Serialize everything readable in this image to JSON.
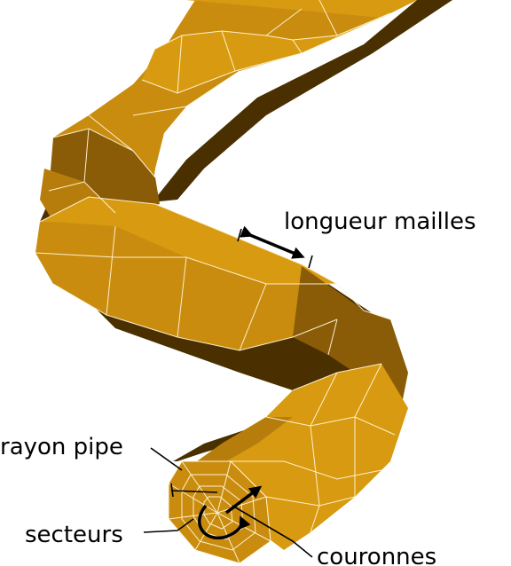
{
  "labels": {
    "longueur_mailles": "longueur mailles",
    "rayon_pipe": "rayon pipe",
    "secteurs": "secteurs",
    "couronnes": "couronnes"
  },
  "colors": {
    "pipe_light": "#d89a10",
    "pipe_mid": "#b77d0c",
    "pipe_dark": "#8a5c08",
    "pipe_shadow": "#4a3000",
    "mesh_lines": "#fff6d8",
    "annotation": "#000000"
  }
}
